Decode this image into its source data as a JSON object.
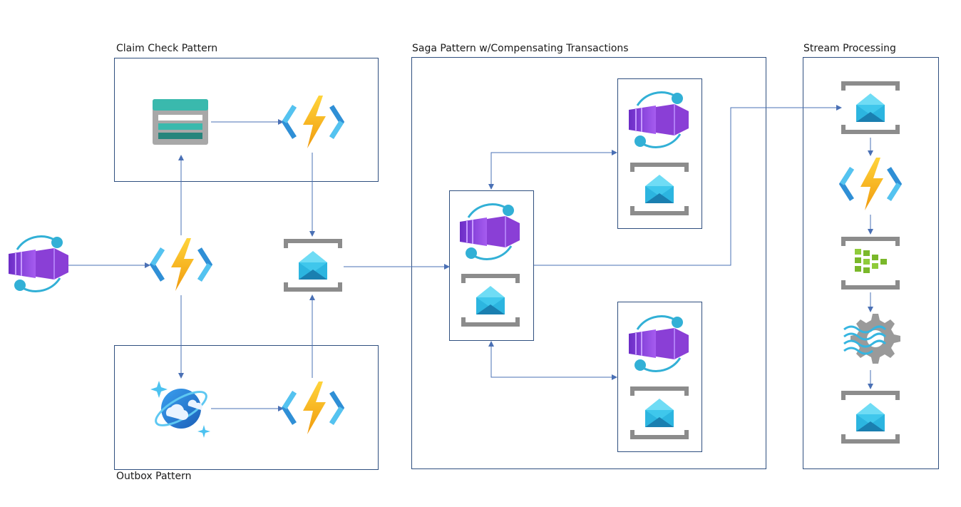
{
  "groups": {
    "claim_check": "Claim Check Pattern",
    "outbox": "Outbox Pattern",
    "saga": "Saga Pattern w/Compensating Transactions",
    "stream": "Stream Processing"
  },
  "icons": {
    "event_grid": "event-grid-namespace-icon",
    "function": "azure-function-icon",
    "storage": "storage-account-icon",
    "service_bus": "service-bus-queue-icon",
    "cosmos": "cosmos-db-icon",
    "event_hub": "event-hub-icon",
    "stream_analytics": "stream-analytics-icon"
  },
  "colors": {
    "connector": "#4a70b5",
    "box_border": "#2f4f7f",
    "function_bolt": "#f7b51a",
    "function_bracket": "#3aa0e0",
    "event_grid_purple": "#8a3fd6",
    "service_bus_frame": "#8c8c8c",
    "service_bus_envelope": "#2cb5e0",
    "storage_teal": "#3ab9ad",
    "event_hub_green": "#7ab82a",
    "cosmos_blue": "#2a7bd4"
  }
}
